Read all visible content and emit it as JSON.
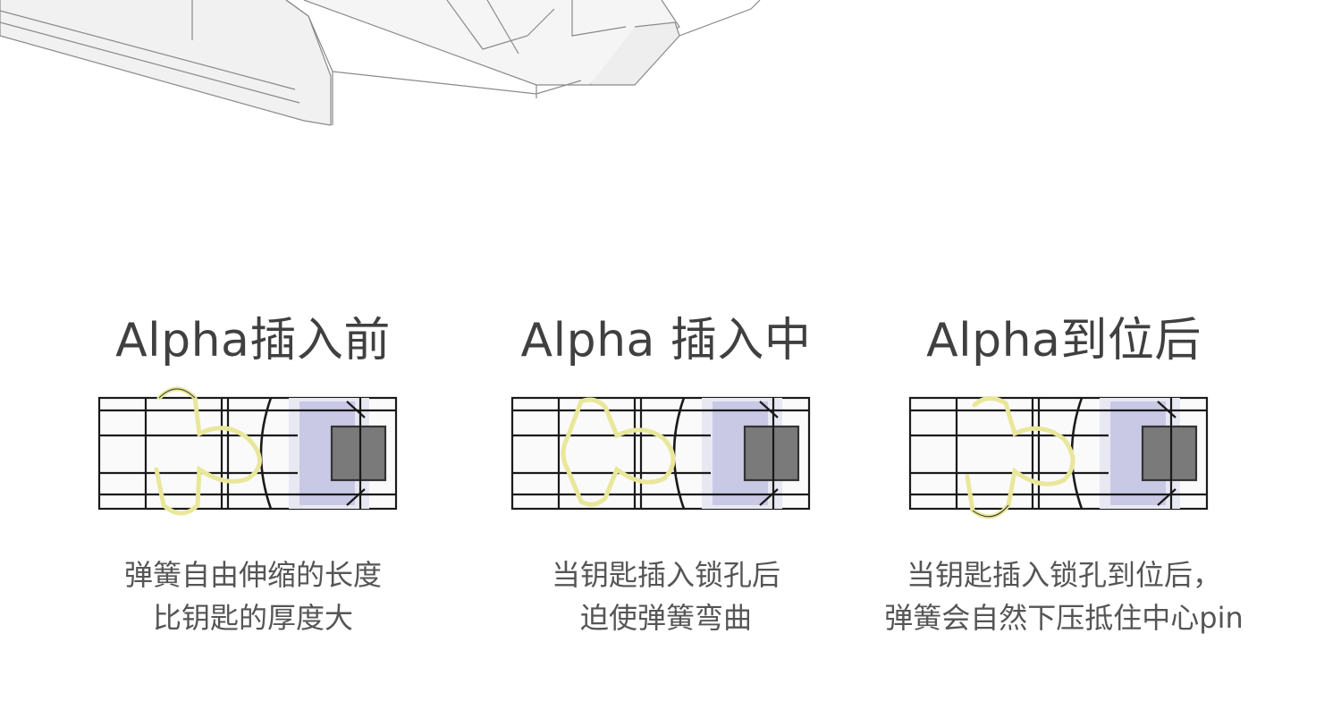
{
  "stages": [
    {
      "title": "Alpha插入前",
      "caption_line1": "弹簧自由伸缩的长度",
      "caption_line2": "比钥匙的厚度大",
      "spring_state": "free"
    },
    {
      "title": "Alpha 插入中",
      "caption_line1": "当钥匙插入锁孔后",
      "caption_line2": "迫使弹簧弯曲",
      "spring_state": "compressed"
    },
    {
      "title": "Alpha到位后",
      "caption_line1": "当钥匙插入锁孔到位后，",
      "caption_line2": "弹簧会自然下压抵住中心pin",
      "spring_state": "pressed-down"
    }
  ],
  "colors": {
    "title_text": "#404040",
    "caption_text": "#555555",
    "spring": "#e9e79a",
    "pin_block": "#c9c9e6",
    "outline": "#1a1a1a"
  }
}
